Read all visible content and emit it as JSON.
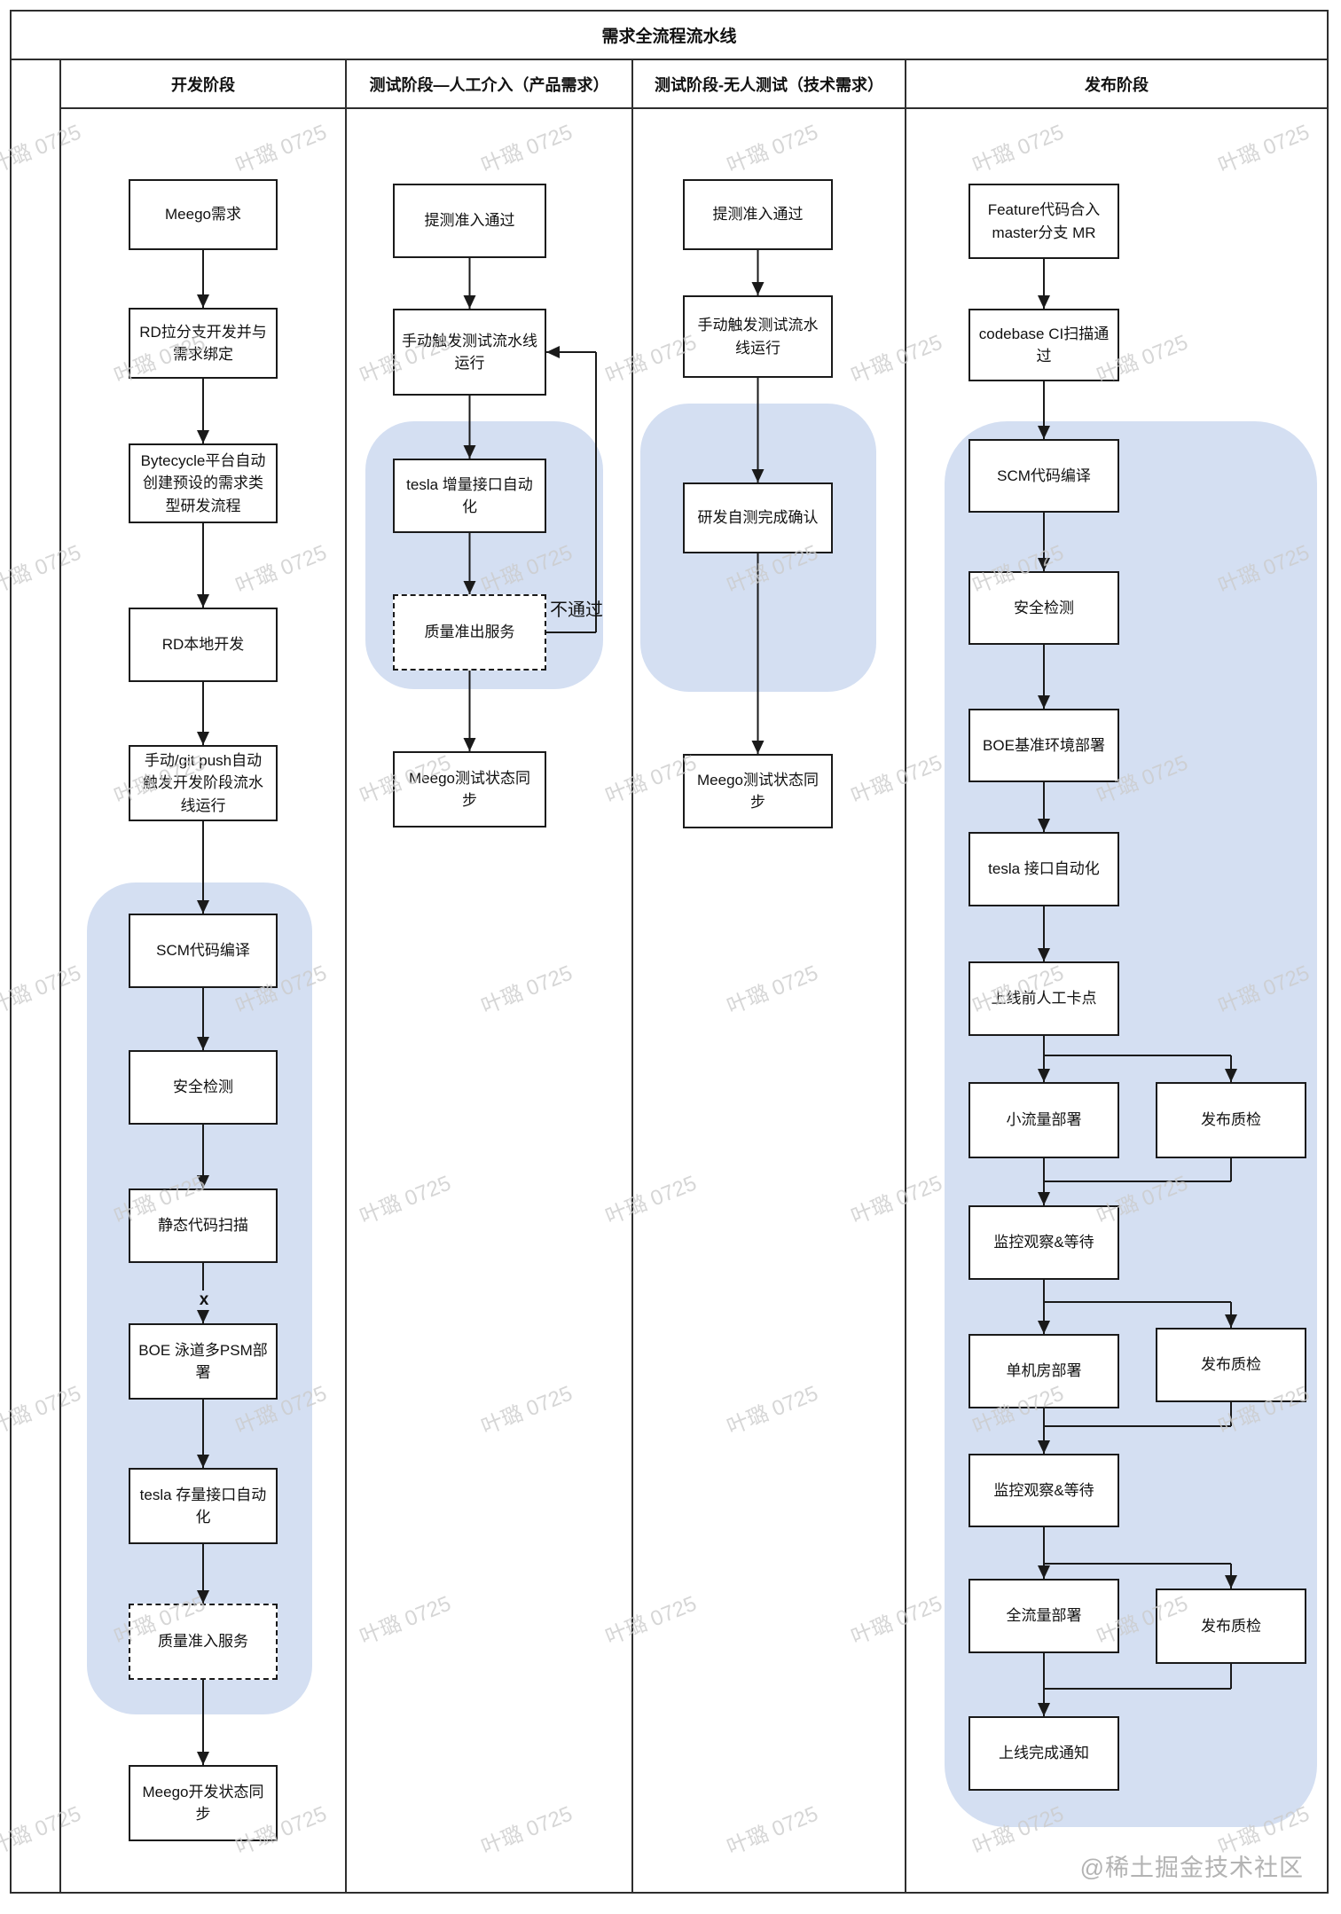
{
  "diagram_title": "需求全流程流水线",
  "lanes": [
    {
      "id": "dev",
      "header": "开发阶段"
    },
    {
      "id": "test_manual",
      "header": "测试阶段—人工介入（产品需求）"
    },
    {
      "id": "test_auto",
      "header": "测试阶段-无人测试（技术需求）"
    },
    {
      "id": "release",
      "header": "发布阶段"
    }
  ],
  "nodes": [
    {
      "id": "dev_meego",
      "lane": "dev",
      "label": "Meego需求",
      "style": "solid"
    },
    {
      "id": "dev_branch",
      "lane": "dev",
      "label": "RD拉分支开发并与需求绑定",
      "style": "solid"
    },
    {
      "id": "dev_bytecycle",
      "lane": "dev",
      "label": "Bytecycle平台自动创建预设的需求类型研发流程",
      "style": "solid"
    },
    {
      "id": "dev_local",
      "lane": "dev",
      "label": "RD本地开发",
      "style": "solid"
    },
    {
      "id": "dev_trigger",
      "lane": "dev",
      "label": "手动/git push自动触发开发阶段流水线运行",
      "style": "solid"
    },
    {
      "id": "dev_scm",
      "lane": "dev",
      "label": "SCM代码编译",
      "style": "solid"
    },
    {
      "id": "dev_security",
      "lane": "dev",
      "label": "安全检测",
      "style": "solid"
    },
    {
      "id": "dev_static",
      "lane": "dev",
      "label": "静态代码扫描",
      "style": "solid"
    },
    {
      "id": "dev_boe",
      "lane": "dev",
      "label": "BOE 泳道多PSM部署",
      "style": "solid"
    },
    {
      "id": "dev_tesla",
      "lane": "dev",
      "label": "tesla 存量接口自动化",
      "style": "solid"
    },
    {
      "id": "dev_quality_in",
      "lane": "dev",
      "label": "质量准入服务",
      "style": "dashed"
    },
    {
      "id": "dev_meego_sync",
      "lane": "dev",
      "label": "Meego开发状态同步",
      "style": "solid"
    },
    {
      "id": "tm_ready",
      "lane": "test_manual",
      "label": "提测准入通过",
      "style": "solid"
    },
    {
      "id": "tm_trigger",
      "lane": "test_manual",
      "label": "手动触发测试流水线运行",
      "style": "solid"
    },
    {
      "id": "tm_tesla",
      "lane": "test_manual",
      "label": "tesla 增量接口自动化",
      "style": "solid"
    },
    {
      "id": "tm_quality_out",
      "lane": "test_manual",
      "label": "质量准出服务",
      "style": "dashed"
    },
    {
      "id": "tm_meego_sync",
      "lane": "test_manual",
      "label": "Meego测试状态同步",
      "style": "solid"
    },
    {
      "id": "ta_ready",
      "lane": "test_auto",
      "label": "提测准入通过",
      "style": "solid"
    },
    {
      "id": "ta_trigger",
      "lane": "test_auto",
      "label": "手动触发测试流水线运行",
      "style": "solid"
    },
    {
      "id": "ta_confirm",
      "lane": "test_auto",
      "label": "研发自测完成确认",
      "style": "solid"
    },
    {
      "id": "ta_meego_sync",
      "lane": "test_auto",
      "label": "Meego测试状态同步",
      "style": "solid"
    },
    {
      "id": "rl_feature_mr",
      "lane": "release",
      "label": "Feature代码合入master分支 MR",
      "style": "solid"
    },
    {
      "id": "rl_codebase",
      "lane": "release",
      "label": "codebase CI扫描通过",
      "style": "solid"
    },
    {
      "id": "rl_scm",
      "lane": "release",
      "label": "SCM代码编译",
      "style": "solid"
    },
    {
      "id": "rl_security",
      "lane": "release",
      "label": "安全检测",
      "style": "solid"
    },
    {
      "id": "rl_boe",
      "lane": "release",
      "label": "BOE基准环境部署",
      "style": "solid"
    },
    {
      "id": "rl_tesla",
      "lane": "release",
      "label": "tesla 接口自动化",
      "style": "solid"
    },
    {
      "id": "rl_gate",
      "lane": "release",
      "label": "上线前人工卡点",
      "style": "solid"
    },
    {
      "id": "rl_small",
      "lane": "release",
      "label": "小流量部署",
      "style": "solid"
    },
    {
      "id": "rl_qc1",
      "lane": "release",
      "label": "发布质检",
      "style": "solid"
    },
    {
      "id": "rl_monitor1",
      "lane": "release",
      "label": "监控观察&等待",
      "style": "solid"
    },
    {
      "id": "rl_single",
      "lane": "release",
      "label": "单机房部署",
      "style": "solid"
    },
    {
      "id": "rl_qc2",
      "lane": "release",
      "label": "发布质检",
      "style": "solid"
    },
    {
      "id": "rl_monitor2",
      "lane": "release",
      "label": "监控观察&等待",
      "style": "solid"
    },
    {
      "id": "rl_full",
      "lane": "release",
      "label": "全流量部署",
      "style": "solid"
    },
    {
      "id": "rl_qc3",
      "lane": "release",
      "label": "发布质检",
      "style": "solid"
    },
    {
      "id": "rl_notify",
      "lane": "release",
      "label": "上线完成通知",
      "style": "solid"
    }
  ],
  "edge_labels": {
    "fail": "不通过"
  },
  "markers": {
    "cancel_x": "x"
  },
  "footer": {
    "credit": "@稀土掘金技术社区"
  },
  "watermark": {
    "text": "叶璐 0725"
  },
  "colors": {
    "stage_bg": "#d4dff2",
    "line": "#1a1a1a",
    "frame": "#2e2e2e",
    "watermark": "#cccccc",
    "credit": "#b3b3b3"
  }
}
